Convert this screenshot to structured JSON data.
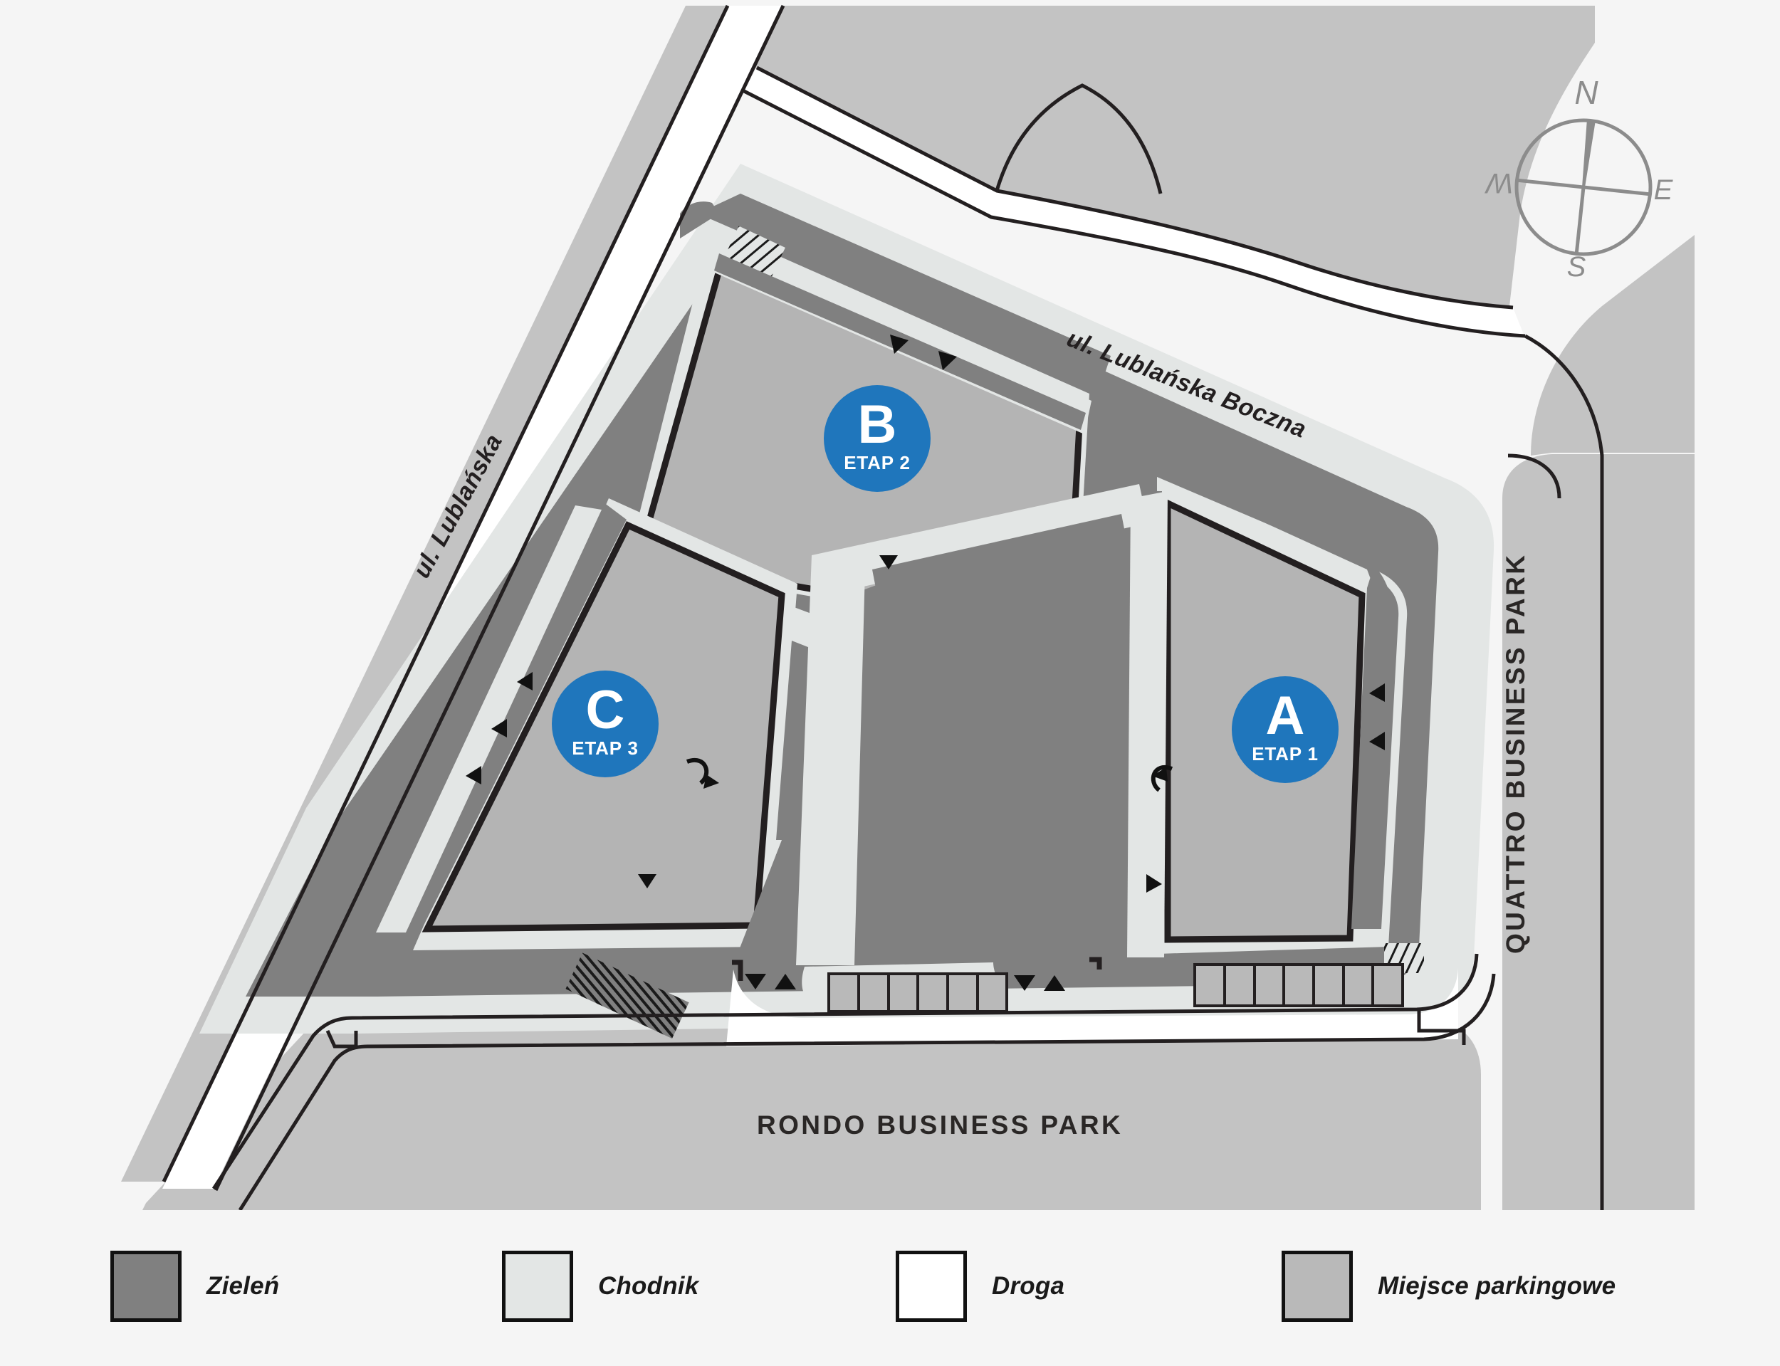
{
  "map": {
    "title": "Rondo Business Park site plan",
    "background_color": "#f5f5f5",
    "colors": {
      "green": "#808080",
      "sidewalk": "#e3e6e5",
      "road": "#ffffff",
      "parking": "#b9b9b9",
      "building_fill": "#b4b4b4",
      "outline": "#231f20",
      "marker_blue": "#1f76bc",
      "compass_gray": "#8c8c8c"
    },
    "streets": [
      {
        "name": "ul. Lublańska",
        "rotation_deg": -61.5
      },
      {
        "name": "ul. Lublańska Boczna",
        "rotation_deg": 21.5
      }
    ],
    "area_labels": [
      {
        "name": "RONDO BUSINESS PARK",
        "rotation_deg": 0
      },
      {
        "name": "QUATTRO BUSINESS PARK",
        "rotation_deg": -90
      }
    ],
    "markers": [
      {
        "letter": "A",
        "stage": "ETAP 1"
      },
      {
        "letter": "B",
        "stage": "ETAP 2"
      },
      {
        "letter": "C",
        "stage": "ETAP 3"
      }
    ],
    "compass": {
      "north": "N",
      "east": "E",
      "south": "S",
      "west": "W"
    }
  },
  "legend": {
    "items": [
      {
        "label": "Zieleń",
        "color": "#808080"
      },
      {
        "label": "Chodnik",
        "color": "#e3e6e5"
      },
      {
        "label": "Droga",
        "color": "#ffffff"
      },
      {
        "label": "Miejsce parkingowe",
        "color": "#b9b9b9"
      }
    ]
  }
}
